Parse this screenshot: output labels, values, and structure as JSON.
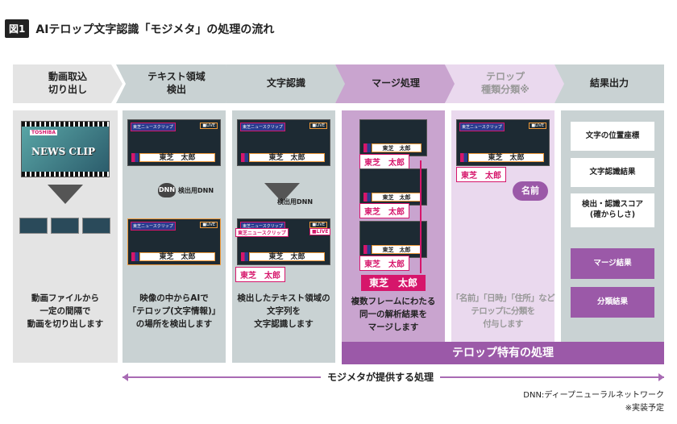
{
  "title": {
    "badge": "図1",
    "text": "AIテロップ文字認識「モジメタ」の処理の流れ"
  },
  "steps": [
    {
      "label": "動画取込\n切り出し",
      "color": "#e4e4e4",
      "text_color": "#222"
    },
    {
      "label": "テキスト領域\n検出",
      "color": "#c9d2d3",
      "text_color": "#222"
    },
    {
      "label": "文字認識",
      "color": "#c9d2d3",
      "text_color": "#222"
    },
    {
      "label": "マージ処理",
      "color": "#c9a4cf",
      "text_color": "#222"
    },
    {
      "label": "テロップ\n種類分類※",
      "color": "#ead9ee",
      "text_color": "#999"
    },
    {
      "label": "結果出力",
      "color": "#c9d2d3",
      "text_color": "#222"
    }
  ],
  "descriptions": [
    "動画ファイルから\n一定の間隔で\n動画を切り出します",
    "映像の中からAIで\n「テロップ(文字情報)」\nの場所を検出します",
    "検出したテキスト領域の\n文字列を\n文字認識します",
    "複数フレームにわたる\n同一の解析結果を\nマージします",
    "「名前」「日時」「住所」など\nテロップに分類を\n付与します"
  ],
  "thumb": {
    "tag": "東芝ニュースクリップ",
    "live": "■LIVE",
    "caption": "東芝　太郎",
    "logo": "TOSHIBA",
    "clip": "NEWS CLIP"
  },
  "dnn_label": "検出用DNN",
  "dnn_icon": "DNN",
  "merged_result": "東芝　太郎",
  "class_badge": "名前",
  "outputs": [
    "文字の位置座標",
    "文字認識結果",
    "検出・認識スコア\n(確からしさ)"
  ],
  "outputs_purple": [
    "マージ結果",
    "分類結果"
  ],
  "telop_bar": "テロップ特有の処理",
  "provided": "モジメタが提供する処理",
  "footnote_dnn": "DNN:ディープニューラルネットワーク",
  "footnote_planned": "※実装予定",
  "colors": {
    "purple": "#9b59a8",
    "pink": "#d6166b",
    "orange": "#f09a3a"
  }
}
